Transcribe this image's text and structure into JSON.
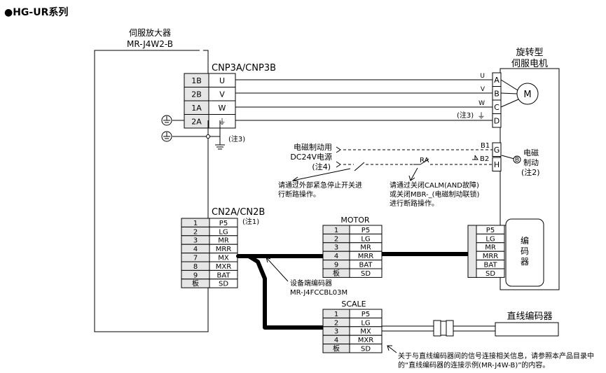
{
  "title": "●HG-UR系列",
  "amp": {
    "name": "伺服放大器",
    "model": "MR-J4W2-B",
    "cnp3_label": "CNP3A/CNP3B",
    "cnp3_pins": [
      {
        "pin": "1B",
        "sig": "U"
      },
      {
        "pin": "2B",
        "sig": "V"
      },
      {
        "pin": "1A",
        "sig": "W"
      },
      {
        "pin": "2A",
        "sig": "⏚"
      }
    ],
    "cn2_label": "CN2A/CN2B",
    "cn2_note": "(注1)",
    "cn2_pins": [
      {
        "pin": "1",
        "sig": "P5"
      },
      {
        "pin": "2",
        "sig": "LG"
      },
      {
        "pin": "3",
        "sig": "MR"
      },
      {
        "pin": "4",
        "sig": "MRR"
      },
      {
        "pin": "7",
        "sig": "MX"
      },
      {
        "pin": "8",
        "sig": "MXR"
      },
      {
        "pin": "9",
        "sig": "BAT"
      },
      {
        "pin": "板",
        "sig": "SD"
      }
    ],
    "ground_note": "(注3)"
  },
  "motor": {
    "title_line1": "旋转型",
    "title_line2": "伺服电机",
    "m_label": "M",
    "terminals": [
      "A",
      "B",
      "C",
      "D",
      "G",
      "H"
    ],
    "wire_labels": [
      "U",
      "V",
      "W"
    ],
    "ground_note": "(注3)",
    "ground_symbol": "⏚",
    "b1": "B1",
    "b2": "B2",
    "brake_line1": "电磁",
    "brake_line2": "制动",
    "brake_note": "(注2)",
    "brake_symbol": "B",
    "encoder_pins": [
      "P5",
      "LG",
      "MR",
      "MRR",
      "BAT",
      "SD"
    ],
    "encoder_line1": "编",
    "encoder_line2": "码",
    "encoder_line3": "器"
  },
  "brake_supply": {
    "line1": "电磁制动用",
    "line2": "DC24V电源",
    "line3": "(注4)",
    "ra": "RA",
    "note_left_1": "请通过外部紧急停止开关进",
    "note_left_2": "行断路操作。",
    "note_right_1": "请通过关闭CALM(AND故障)",
    "note_right_2": "或关闭MBR-_(电磁制动联锁)",
    "note_right_3": "进行断路操作。"
  },
  "motor_conn": {
    "label": "MOTOR",
    "pins": [
      {
        "pin": "1",
        "sig": "P5"
      },
      {
        "pin": "2",
        "sig": "LG"
      },
      {
        "pin": "3",
        "sig": "MR"
      },
      {
        "pin": "4",
        "sig": "MRR"
      },
      {
        "pin": "9",
        "sig": "BAT"
      },
      {
        "pin": "板",
        "sig": "SD"
      }
    ]
  },
  "scale_conn": {
    "label": "SCALE",
    "pins": [
      {
        "pin": "1",
        "sig": "P5"
      },
      {
        "pin": "2",
        "sig": "LG"
      },
      {
        "pin": "3",
        "sig": "MX"
      },
      {
        "pin": "4",
        "sig": "MXR"
      },
      {
        "pin": "板",
        "sig": "SD"
      }
    ]
  },
  "cable": {
    "line1": "设备端编码器",
    "line2": "MR-J4FCCBL03M"
  },
  "linear_encoder": {
    "label": "直线编码器"
  },
  "footer": {
    "line1": "关于与直线编码器间的信号连接相关信息，请参照本产品目录中",
    "line2": "的“直线编码器的连接示例(MR-J4W-B)”的内容。"
  }
}
